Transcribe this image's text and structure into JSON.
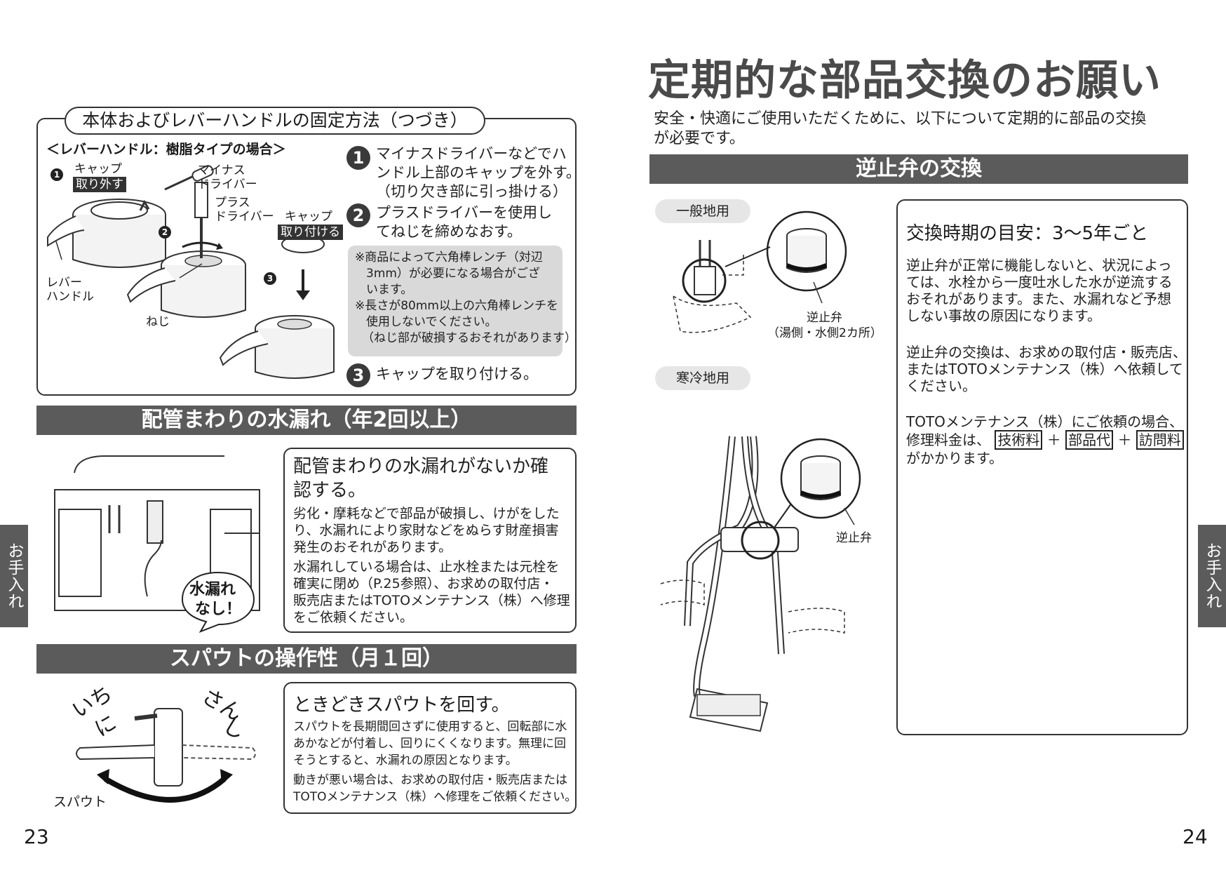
{
  "left": {
    "fix_section": {
      "title": "本体およびレバーハンドルの固定方法（つづき）",
      "subtitle": "＜レバーハンドル：樹脂タイプの場合＞",
      "fig_labels": {
        "cap": "キャップ",
        "remove": "取り外す",
        "minus_driver_1": "マイナス",
        "minus_driver_2": "ドライバー",
        "plus_driver_1": "プラス",
        "plus_driver_2": "ドライバー",
        "cap2": "キャップ",
        "attach": "取り付ける",
        "lever_1": "レバー",
        "lever_2": "ハンドル",
        "screw": "ねじ",
        "n1": "1",
        "n2": "2",
        "n3": "3"
      },
      "steps": [
        {
          "num": "1",
          "lines": [
            "マイナスドライバーなどでハ",
            "ンドル上部のキャップを外す。",
            "（切り欠き部に引っ掛ける）"
          ]
        },
        {
          "num": "2",
          "lines": [
            "プラスドライバーを使用し",
            "てねじを締めなおす。"
          ]
        },
        {
          "num": "3",
          "lines": [
            "キャップを取り付ける。"
          ]
        }
      ],
      "notes": [
        "※商品によって六角棒レンチ（対辺",
        "3mm）が必要になる場合がござ",
        "います。",
        "※長さが80mm以上の六角棒レンチを",
        "使用しないでください。",
        "（ねじ部が破損するおそれがあります）"
      ]
    },
    "leak_section": {
      "bar": "配管まわりの水漏れ（年2回以上）",
      "heading_lines": [
        "配管まわりの水漏れがないか確",
        "認する。"
      ],
      "para1": [
        "劣化・摩耗などで部品が破損し、けがをした",
        "り、水漏れにより家財などをぬらす財産損害",
        "発生のおそれがあります。"
      ],
      "para2": [
        "水漏れしている場合は、止水栓または元栓を",
        "確実に閉め（P.25参照）、お求めの取付店・",
        "販売店またはTOTOメンテナンス（株）へ修理",
        "をご依頼ください。"
      ],
      "bubble_1": "水漏れ",
      "bubble_2": "なし！"
    },
    "spout_section": {
      "bar": "スパウトの操作性（月１回）",
      "heading": "ときどきスパウトを回す。",
      "para1": [
        "スパウトを長期間回さずに使用すると、回転部に水",
        "あかなどが付着し、回りにくくなります。無理に回",
        "そうとすると、水漏れの原因となります。"
      ],
      "para2": [
        "動きが悪い場合は、お求めの取付店・販売店または",
        "TOTOメンテナンス（株）へ修理をご依頼ください。"
      ],
      "ichini_1": "いち",
      "ichini_2": "に",
      "sanshi_1": "さん",
      "sanshi_2": "し",
      "spout_label": "スパウト"
    },
    "side_tab": "お手入れ",
    "page_number": "23"
  },
  "right": {
    "title": "定期的な部品交換のお願い",
    "intro": [
      "安全・快適にご使用いただくために、以下について定期的に部品の交換",
      "が必要です。"
    ],
    "bar": "逆止弁の交換",
    "pill_general": "一般地用",
    "pill_cold": "寒冷地用",
    "valve_label_1": "逆止弁",
    "valve_label_2": "（湯側・水側2カ所）",
    "valve_label_cold": "逆止弁",
    "box": {
      "heading": "交換時期の目安：3～5年ごと",
      "para1": [
        "逆止弁が正常に機能しないと、状況によっ",
        "ては、水栓から一度吐水した水が逆流する",
        "おそれがあります。また、水漏れなど予想",
        "しない事故の原因になります。"
      ],
      "para2": [
        "逆止弁の交換は、お求めの取付店・販売店、",
        "またはTOTOメンテナンス（株）へ依頼して",
        "ください。"
      ],
      "para3_line1": "TOTOメンテナンス（株）にご依頼の場合、",
      "para3_line2_prefix": "修理料金は、",
      "fee1": "技術料",
      "plus1": "＋",
      "fee2": "部品代",
      "plus2": "＋",
      "fee3": "訪問料",
      "para3_line3": "がかかります。"
    },
    "side_tab": "お手入れ",
    "page_number": "24"
  }
}
